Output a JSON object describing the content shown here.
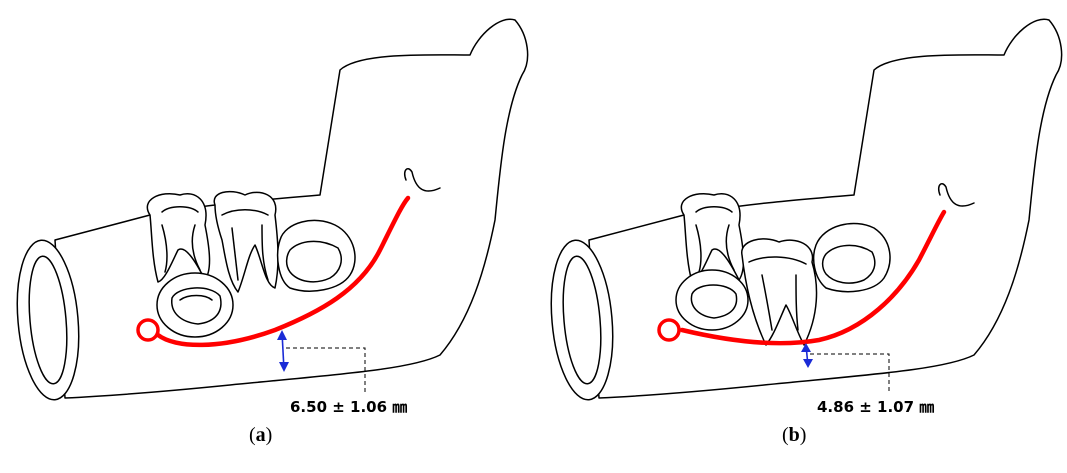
{
  "panels": [
    {
      "id": "a",
      "label": "a",
      "measurement": "6.50 ± 1.06 ㎜",
      "tooth_stage": "unerupted third molar crown above canal"
    },
    {
      "id": "b",
      "label": "b",
      "measurement": "4.86 ± 1.07 ㎜",
      "tooth_stage": "third molar with developing roots near canal"
    }
  ],
  "colors": {
    "nerve": "#ff0000",
    "distance_arrow": "#1a2bd6",
    "outline": "#000000"
  }
}
